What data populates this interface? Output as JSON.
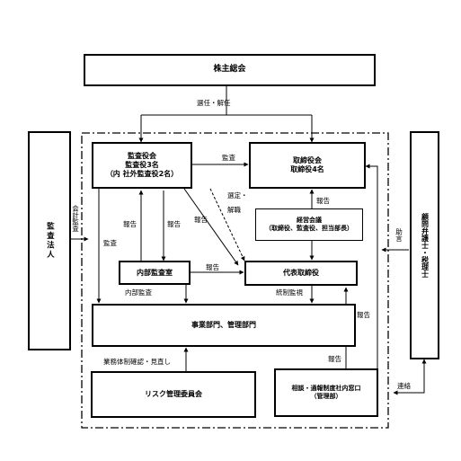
{
  "boxes": {
    "shareholders": "株主総会",
    "board_of_auditors": [
      "監査役会",
      "監査役3名",
      "（内 社外監査役2名）"
    ],
    "board_of_directors": [
      "取締役会",
      "取締役4名"
    ],
    "management_meeting": [
      "経営会議",
      "（取締役、監査役、担当部長）"
    ],
    "internal_audit": "内部監査室",
    "representative_director": "代表取締役",
    "business_divisions": "事業部門、管理部門",
    "risk_committee": "リスク管理委員会",
    "whistleblower_desk": [
      "相談・通報制度社内窓口",
      "（管理部）"
    ],
    "audit_corporation": "監査法人",
    "advisors": "顧問弁護士・税理士"
  },
  "edge_labels": {
    "appoint_dismiss": "選任・解任",
    "audit_top": "監査",
    "appoint_dismiss_rep": [
      "選定・",
      "解職"
    ],
    "report_mgmt": "報告",
    "report_auditors_left": "報告",
    "report_auditors_right": "報告",
    "report_center": "報告",
    "audit_left": "監査",
    "report_internal": "報告",
    "accounting_audit": "会計監査",
    "internal_audit_label": "内部監査",
    "supervision": "統制監視",
    "advice": "助言",
    "report_desk_right": "報告",
    "report_desk": "報告",
    "system_review": "業務体制確認・見直し",
    "liaison": "連絡"
  }
}
